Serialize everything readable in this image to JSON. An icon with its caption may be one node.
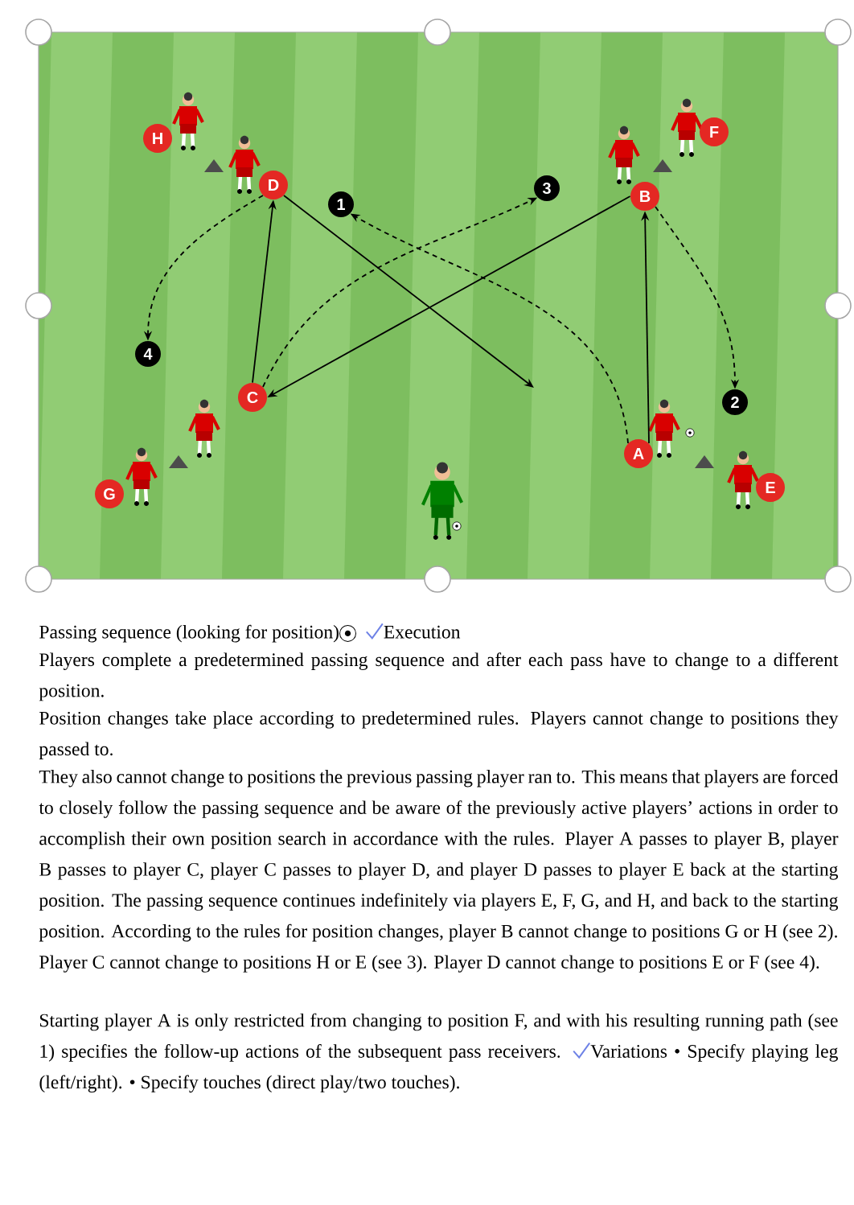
{
  "diagram": {
    "nodes": [
      {
        "text": [
          "H"
        ]
      },
      {
        "text": [
          "D"
        ]
      },
      {
        "text": [
          "F"
        ]
      },
      {
        "text": [
          "B"
        ]
      },
      {
        "text": [
          "1"
        ]
      },
      {
        "text": [
          "3"
        ]
      },
      {
        "text": [
          "4"
        ]
      },
      {
        "text": [
          "2"
        ]
      },
      {
        "text": [
          "C"
        ]
      },
      {
        "text": [
          "A"
        ]
      },
      {
        "text": [
          "G"
        ]
      },
      {
        "text": [
          "E"
        ]
      }
    ],
    "edges": [
      {
        "from": 9,
        "to": 3,
        "arrow": "to"
      },
      {
        "from": 3,
        "to": 8,
        "arrow": "to"
      },
      {
        "from": 8,
        "to": 1,
        "arrow": "to"
      },
      {
        "from": 1,
        "to": null,
        "arrow": "to"
      },
      {
        "from": 9,
        "to": 4,
        "arrow": "to",
        "style": "dashed"
      },
      {
        "from": 3,
        "to": 7,
        "arrow": "to",
        "style": "dashed"
      },
      {
        "from": 8,
        "to": 5,
        "arrow": "to",
        "style": "dashed"
      },
      {
        "from": 1,
        "to": 6,
        "arrow": "to",
        "style": "dashed"
      }
    ],
    "labels": [
      "Passing sequence (looking for position)",
      "Execution",
      "Players complete a predetermined passing sequence and after each pass have to change to a different position.",
      "Position changes take place according to predetermined rules. Players cannot change to positions they passed to.",
      "They also cannot change to positions the previous passing player ran to. This means that players are forced to closely follow the passing sequence and be aware of the previously active players’ actions in order to accomplish their own position search in accordance with the rules. Player A passes to player B, player B passes to player C, player C passes to player D, and player D passes to player E back at the starting position. The passing sequence continues indefinitely via players E, F, G, and H, and back to the starting position. According to the rules for position changes, player B cannot change to positions G or H (see 2). Player C cannot change to positions H or E (see 3). Player D cannot change to positions E or F (see 4).",
      "Starting player A is only restricted from changing to position F, and with his resulting running path (see 1) specifies the follow-up actions of the subsequent pass receivers.",
      "Variations • Specify playing leg (left/right). • Specify touches (direct play/two touches)."
    ]
  }
}
